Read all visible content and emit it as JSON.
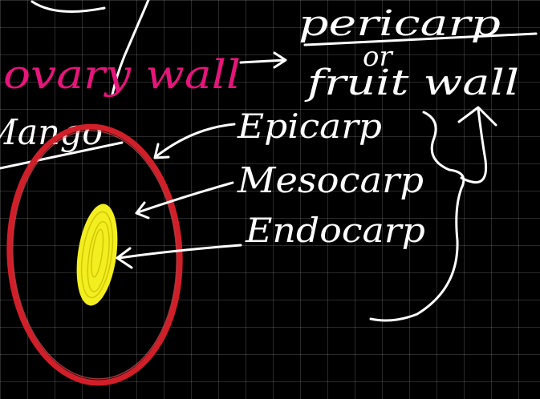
{
  "labels": {
    "ovary_wall": "ovary wall",
    "pericarp": "pericarp",
    "or": "or",
    "fruit_wall": "fruit wall",
    "mango": "Mango",
    "epicarp": "Epicarp",
    "mesocarp": "Mesocarp",
    "endocarp": "Endocarp"
  },
  "colors": {
    "chalk": "#ffffff",
    "pink": "#e6157a",
    "red": "#d11f2a",
    "yellow": "#f3ee1f",
    "background": "#000000"
  }
}
